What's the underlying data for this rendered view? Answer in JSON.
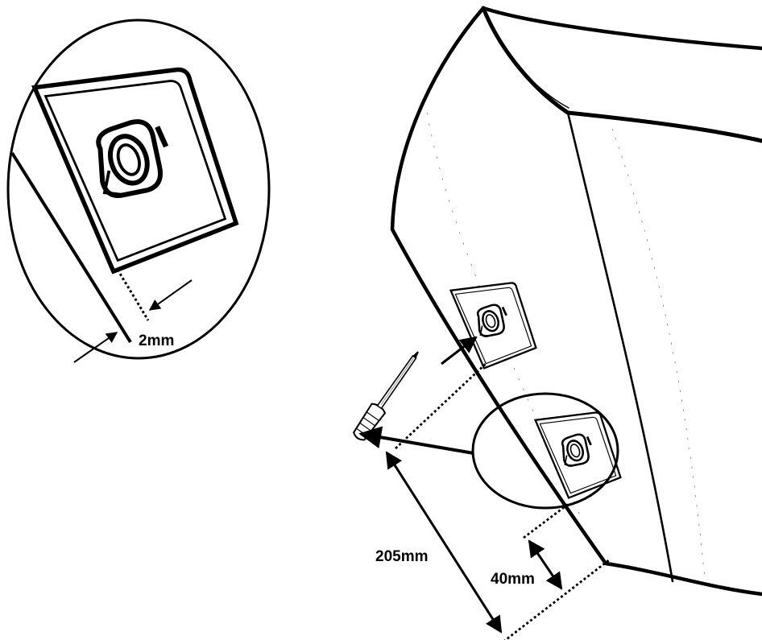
{
  "labels": {
    "gap_detail": "2mm",
    "length_long": "205mm",
    "length_short": "40mm"
  },
  "colors": {
    "line": "#000000",
    "background": "#ffffff",
    "hatch": "#555555"
  },
  "icons": [
    "magnifier-callout",
    "bracket-plate",
    "screwdriver",
    "dimension-arrow"
  ]
}
